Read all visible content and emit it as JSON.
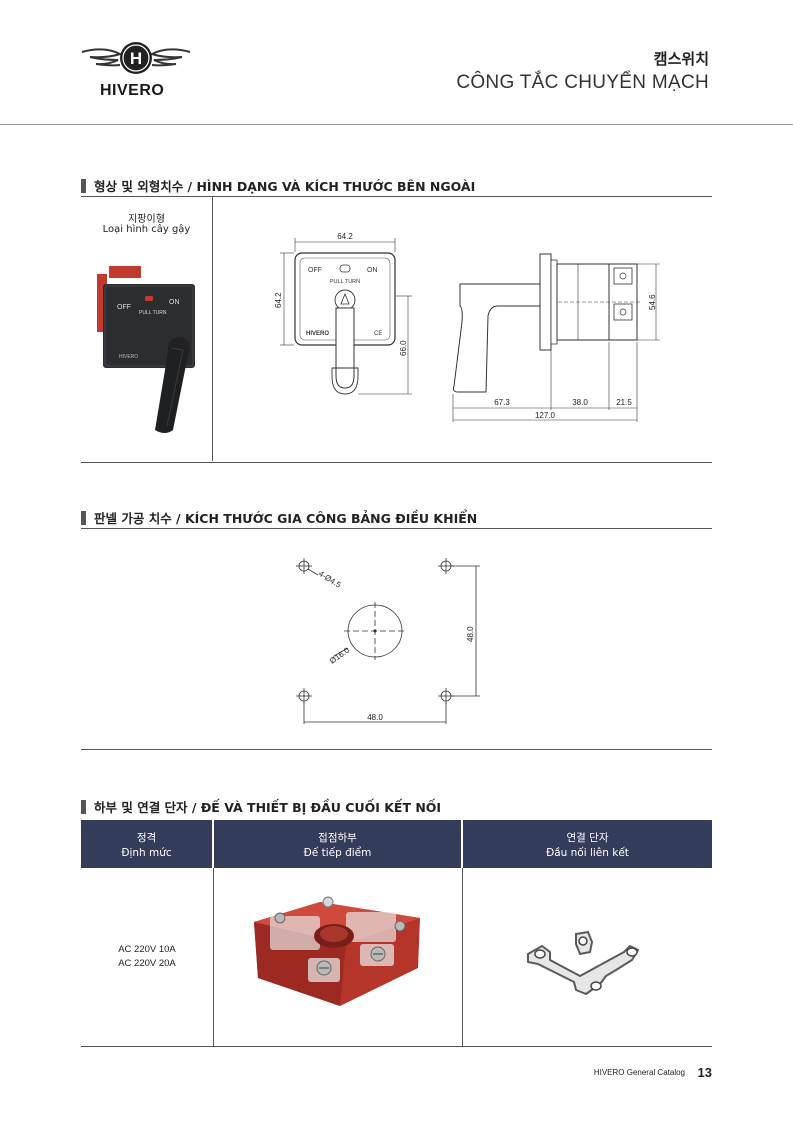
{
  "header": {
    "brand": "HIVERO",
    "title_ko": "캠스위치",
    "title_vi": "CÔNG TẮC CHUYỂN MẠCH"
  },
  "section1": {
    "heading": "형상 및 외형치수 / HÌNH DẠNG VÀ KÍCH THƯỚC BÊN NGOÀI",
    "type_ko": "지팡이형",
    "type_vi": "Loại hình cây gậy",
    "photo_labels": {
      "off": "OFF",
      "on": "ON",
      "pull": "PULL TURN",
      "brand": "HIVERO"
    },
    "front_dims": {
      "width": "64.2",
      "height": "64.2",
      "lever": "66.0"
    },
    "front_labels": {
      "off": "OFF",
      "on": "ON",
      "pull": "PULL TURN",
      "brand": "HIVERO",
      "ce": "CE"
    },
    "side_dims": {
      "a": "67.3",
      "b": "38.0",
      "c": "21.5",
      "total": "127.0",
      "height": "54.6"
    }
  },
  "section2": {
    "heading": "판넬 가공 치수 / KÍCH THƯỚC GIA CÔNG BẢNG ĐIỀU KHIỂN",
    "hole_label": "4-Ø4.5",
    "center_label": "Ø16.0",
    "dim_h": "48.0",
    "dim_v": "48.0"
  },
  "section3": {
    "heading": "하부 및 연결 단자 /  ĐẾ VÀ THIẾT BỊ ĐẦU CUỐI KẾT NỐI",
    "columns": [
      {
        "ko": "정격",
        "vi": "Định mức"
      },
      {
        "ko": "접점하부",
        "vi": "Đế tiếp điểm"
      },
      {
        "ko": "연결 단자",
        "vi": "Đầu nối liên kết"
      }
    ],
    "ratings": [
      "AC 220V 10A",
      "AC 220V 20A"
    ]
  },
  "footer": {
    "catalog": "HIVERO General Catalog",
    "page": "13"
  }
}
